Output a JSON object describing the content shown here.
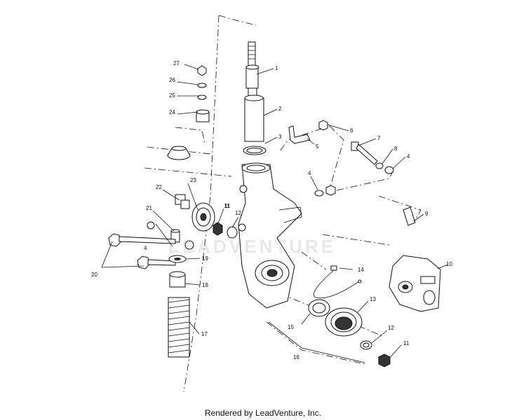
{
  "diagram": {
    "callouts": [
      "1",
      "2",
      "3",
      "4",
      "5",
      "6",
      "7",
      "8",
      "4",
      "9",
      "10",
      "11",
      "12",
      "13",
      "14",
      "15",
      "16",
      "12",
      "11",
      "17",
      "18",
      "19",
      "20",
      "4",
      "21",
      "22",
      "23",
      "11",
      "24",
      "25",
      "26",
      "27"
    ],
    "watermark": "LEADVENTURE"
  },
  "footer": {
    "text": "Rendered by LeadVenture, Inc."
  }
}
